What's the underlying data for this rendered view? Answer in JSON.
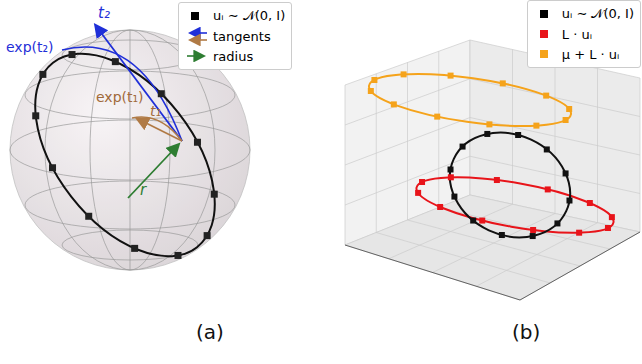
{
  "diagram": {
    "labels": [
      "t₂",
      "exp(t₂)",
      "exp(t₁)",
      "t₁",
      "r",
      "(a)",
      "(b)"
    ],
    "legend": [
      {
        "text": "uᵢ ∼ 𝒩(0, I)",
        "color": "#000000"
      },
      {
        "text": "tangents"
      },
      {
        "text": "radius"
      },
      {
        "text": "uᵢ ∼ 𝒩(0, I)",
        "color": "#000000"
      },
      {
        "text": "L · uᵢ",
        "color": "#e8141a"
      },
      {
        "text": "μ + L · uᵢ",
        "color": "#f5a31b"
      }
    ]
  }
}
